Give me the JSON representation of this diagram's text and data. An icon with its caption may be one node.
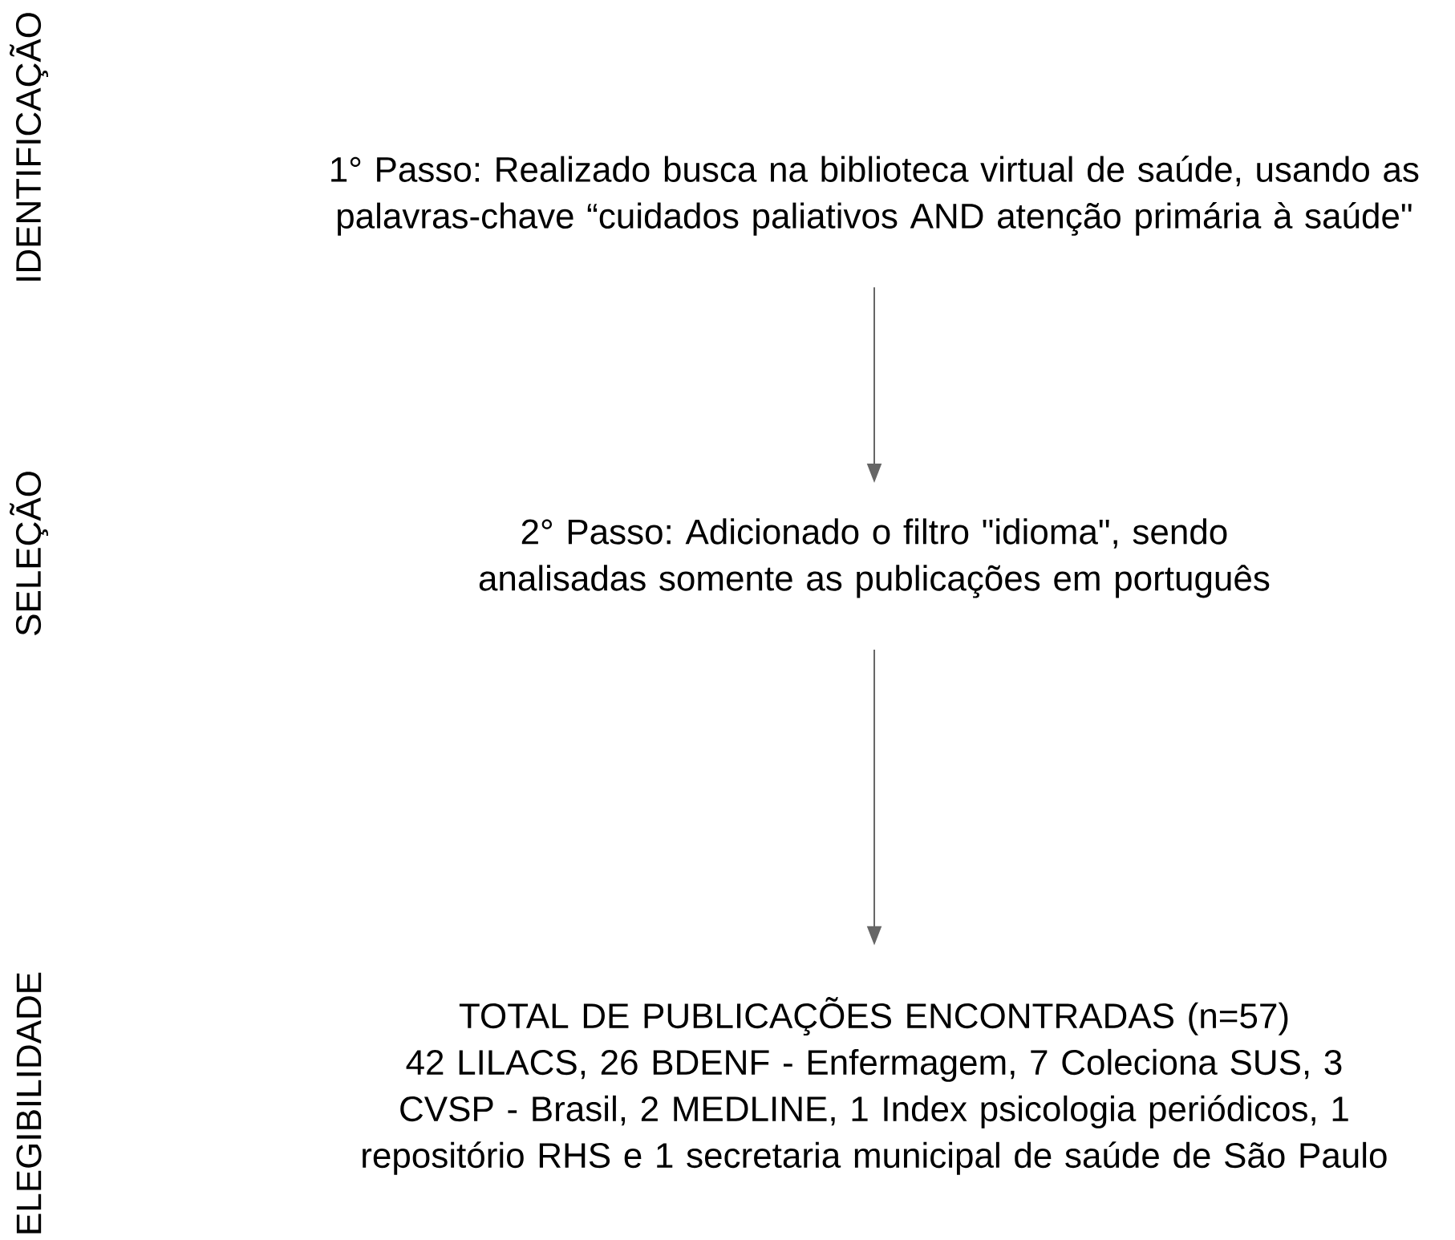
{
  "diagram": {
    "nodes": [
      {
        "text": [
          "1° Passo: Realizado busca na biblioteca virtual de saúde, usando as palavras-chave “cuidados paliativos AND atenção primária à saúde\""
        ]
      },
      {
        "text": [
          "2° Passo: Adicionado o filtro \"idioma\", sendo analisadas somente as publicações em português"
        ]
      },
      {
        "text": [
          "TOTAL DE PUBLICAÇÕES ENCONTRADAS (n=57)",
          "42 LILACS, 26 BDENF - Enfermagem, 7 Coleciona SUS, 3 CVSP - Brasil, 2 MEDLINE, 1 Index psicologia periódicos, 1 repositório RHS e 1 secretaria municipal de saúde de São Paulo"
        ]
      }
    ],
    "edges": [
      {
        "from": 0,
        "to": 1,
        "arrow": "to"
      },
      {
        "from": 1,
        "to": 2,
        "arrow": "to"
      }
    ],
    "labels": [
      "IDENTIFICAÇÃO",
      "SELEÇÃO",
      "ELEGIBILIDADE"
    ]
  }
}
